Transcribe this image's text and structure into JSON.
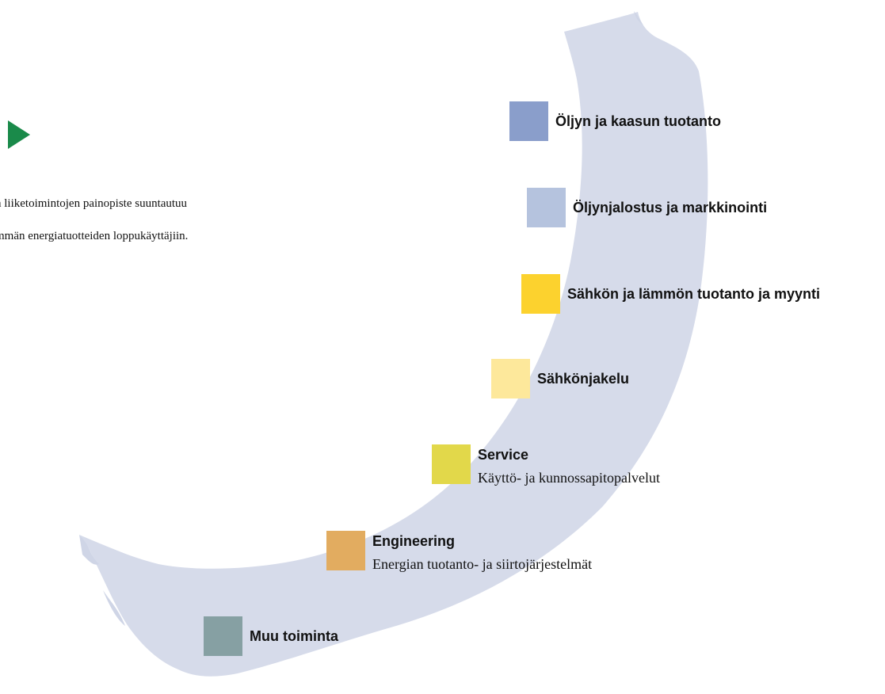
{
  "intro": {
    "line1": "n liiketoimintojen painopiste suuntautuu",
    "line2": "mmän energiatuotteiden loppukäyttäjiin."
  },
  "colors": {
    "background_stroke": "#d6dbea",
    "arrow": "#1a8a4a"
  },
  "segments": [
    {
      "label": "Öljyn ja kaasun tuotanto",
      "sublabel": "",
      "color": "#8a9ecb"
    },
    {
      "label": "Öljynjalostus ja markkinointi",
      "sublabel": "",
      "color": "#b5c3de"
    },
    {
      "label": "Sähkön ja lämmön tuotanto ja myynti",
      "sublabel": "",
      "color": "#fcd22e"
    },
    {
      "label": "Sähkönjakelu",
      "sublabel": "",
      "color": "#fde89b"
    },
    {
      "label": "Service",
      "sublabel": "Käyttö- ja kunnossapitopalvelut",
      "color": "#e2d84a"
    },
    {
      "label": "Engineering",
      "sublabel": "Energian tuotanto- ja siirtojärjestelmät",
      "color": "#e2ac60"
    },
    {
      "label": "Muu toiminta",
      "sublabel": "",
      "color": "#86a0a3"
    }
  ]
}
